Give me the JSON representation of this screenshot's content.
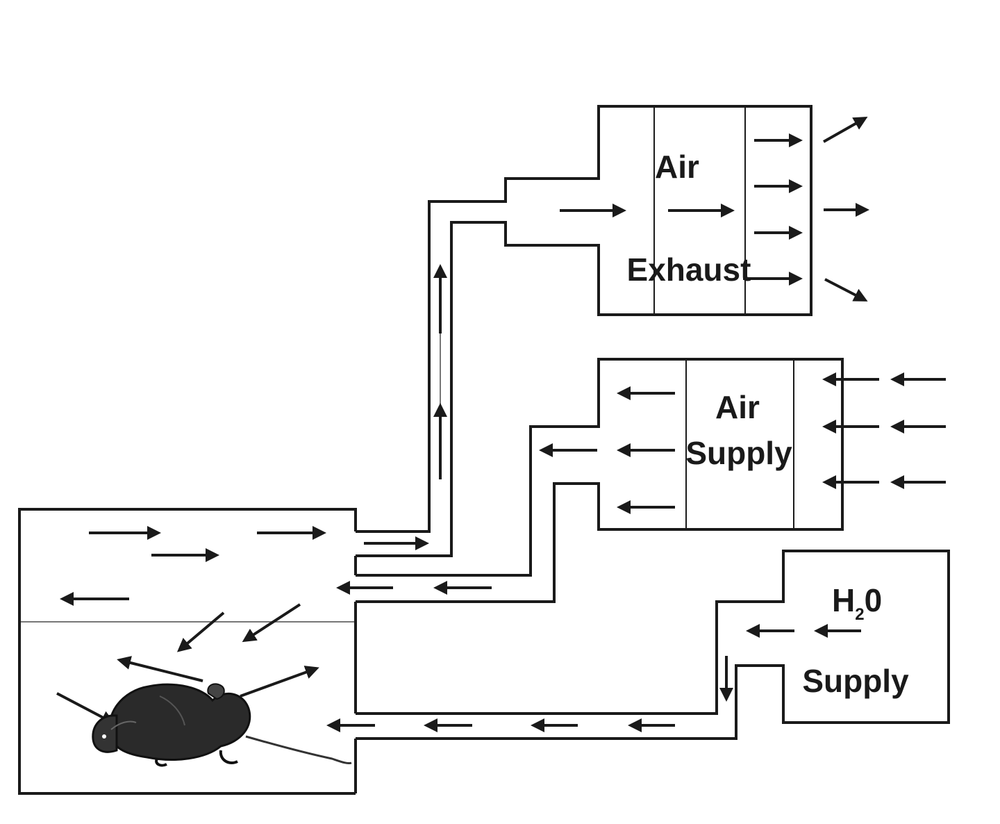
{
  "labels": {
    "air_exhaust_line1": "Air",
    "air_exhaust_line2": "Exhaust",
    "air_supply_line1": "Air",
    "air_supply_line2": "Supply",
    "h2o_prefix": "H",
    "h2o_subscript": "2",
    "h2o_suffix": "0",
    "h2o_supply": "Supply"
  },
  "colors": {
    "line": "#1a1a1a",
    "inner_line": "#777777",
    "background": "#ffffff"
  },
  "icons": {
    "animal": "mouse-icon"
  }
}
